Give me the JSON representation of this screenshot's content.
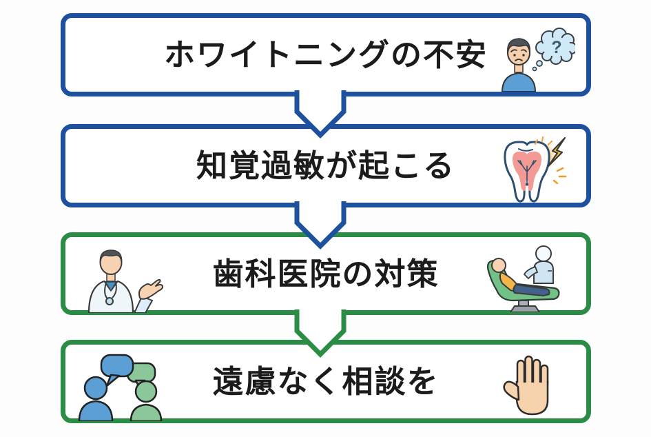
{
  "flow": {
    "steps": [
      {
        "label": "ホワイトニングの不安",
        "border_color": "#1d509f"
      },
      {
        "label": "知覚過敏が起こる",
        "border_color": "#1d509f"
      },
      {
        "label": "歯科医院の対策",
        "border_color": "#2b8c45"
      },
      {
        "label": "遠慮なく相談を",
        "border_color": "#2b8c45"
      }
    ],
    "arrows": [
      {
        "color": "#1d509f"
      },
      {
        "color": "#1d509f"
      },
      {
        "color": "#2b8c45"
      }
    ]
  },
  "icons": {
    "question_mark": "?",
    "step1": [
      "worried-person-icon",
      "thought-bubble-icon"
    ],
    "step2": [
      "sensitive-tooth-icon",
      "lightning-icon"
    ],
    "step3": [
      "doctor-icon",
      "dental-chair-icon"
    ],
    "step4": [
      "people-talking-icon",
      "raised-hand-icon"
    ]
  },
  "colors": {
    "background": "#fdfdfd",
    "box_fill": "#ffffff",
    "text": "#1b1b1b",
    "blue": "#1d509f",
    "green": "#2b8c45",
    "skin": "#f6d2ad",
    "person_blue": "#5b9fd4",
    "person_green": "#8cc79a"
  }
}
